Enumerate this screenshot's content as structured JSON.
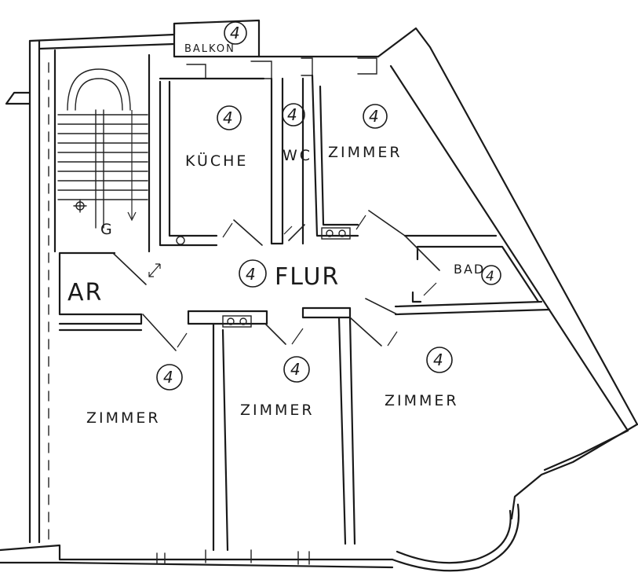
{
  "rooms": {
    "balkon": {
      "label": "BALKON",
      "number": "4"
    },
    "kueche": {
      "label": "KÜCHE",
      "number": "4"
    },
    "wc": {
      "label": "WC",
      "number": "4"
    },
    "zimmer_ne": {
      "label": "ZIMMER",
      "number": "4"
    },
    "flur": {
      "label": "FLUR",
      "number": "4"
    },
    "bad": {
      "label": "BAD",
      "number": "4"
    },
    "ar": {
      "label": "AR"
    },
    "treppe": {
      "label": "G"
    },
    "zimmer_sw": {
      "label": "ZIMMER",
      "number": "4"
    },
    "zimmer_s": {
      "label": "ZIMMER",
      "number": "4"
    },
    "zimmer_se": {
      "label": "ZIMMER",
      "number": "4"
    }
  }
}
